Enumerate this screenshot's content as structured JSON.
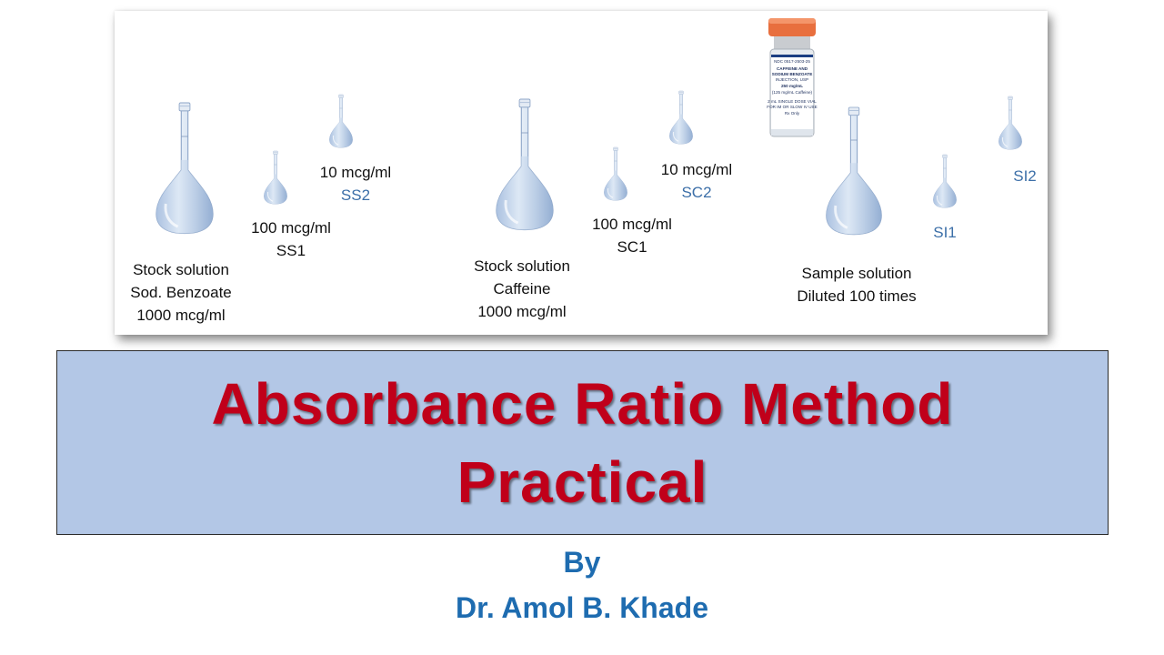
{
  "diagram": {
    "groups": [
      {
        "stock_label": [
          "Stock solution",
          "Sod. Benzoate",
          "1000 mcg/ml"
        ],
        "dilution_1": {
          "conc": "100 mcg/ml",
          "code": "SS1"
        },
        "dilution_2": {
          "conc": "10 mcg/ml",
          "code": "SS2"
        }
      },
      {
        "stock_label": [
          "Stock solution",
          "Caffeine",
          "1000 mcg/ml"
        ],
        "dilution_1": {
          "conc": "100 mcg/ml",
          "code": "SC1"
        },
        "dilution_2": {
          "conc": "10 mcg/ml",
          "code": "SC2"
        }
      },
      {
        "stock_label": [
          "Sample solution",
          "Diluted 100 times"
        ],
        "dilution_1": {
          "code": "SI1"
        },
        "dilution_2": {
          "code": "SI2"
        }
      }
    ],
    "vial": {
      "label_lines": [
        "NDC 0517-2503-25",
        "CAFFEINE AND",
        "SODIUM BENZOATE",
        "INJECTION, USP",
        "250 mg/mL",
        "(125 mg/mL Caffeine)",
        "2 mL SINGLE DOSE VIAL",
        "FOR IM OR SLOW IV USE",
        "Rx Only"
      ]
    }
  },
  "title": {
    "line1": "Absorbance Ratio Method",
    "line2": "Practical"
  },
  "byline": {
    "by": "By",
    "author": "Dr. Amol B. Khade"
  }
}
